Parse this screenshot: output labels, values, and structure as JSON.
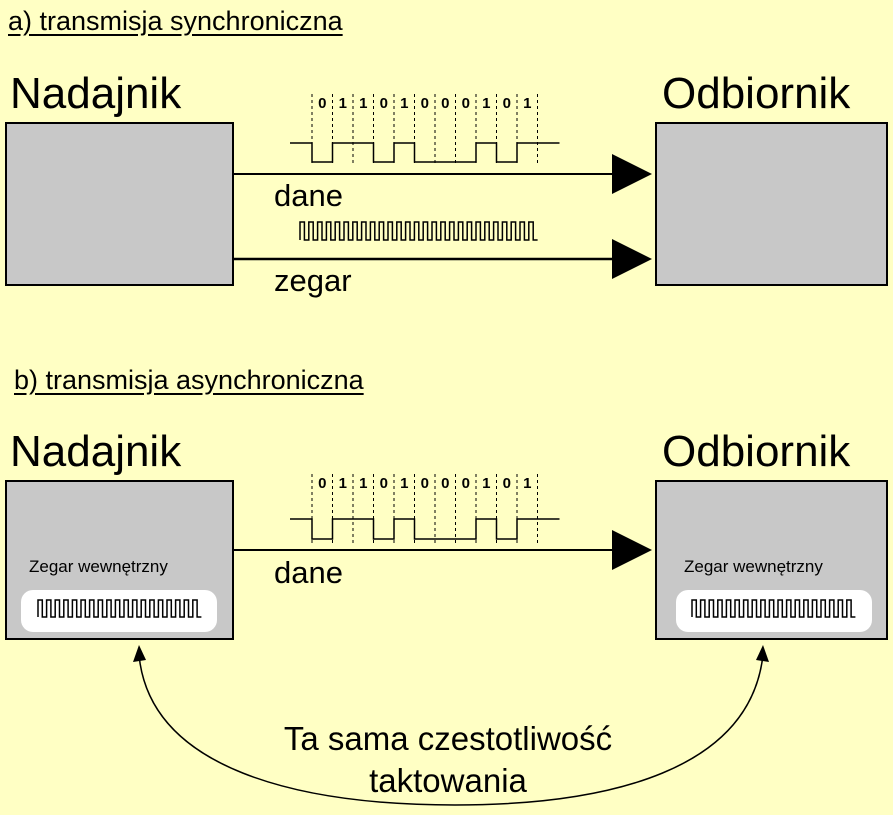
{
  "section_a": {
    "title": "a) transmisja synchroniczna",
    "sender": "Nadajnik",
    "receiver": "Odbiornik",
    "data_label": "dane",
    "clock_label": "zegar",
    "bits": [
      "0",
      "1",
      "1",
      "0",
      "1",
      "0",
      "0",
      "0",
      "1",
      "0",
      "1"
    ]
  },
  "section_b": {
    "title": "b) transmisja asynchroniczna",
    "sender": "Nadajnik",
    "receiver": "Odbiornik",
    "data_label": "dane",
    "sender_clock_label": "Zegar wewnętrzny",
    "receiver_clock_label": "Zegar wewnętrzny",
    "bits": [
      "0",
      "1",
      "1",
      "0",
      "1",
      "0",
      "0",
      "0",
      "1",
      "0",
      "1"
    ],
    "note_line1": "Ta sama czestotliwość",
    "note_line2": "taktowania"
  },
  "colors": {
    "background": "#FFFFC4",
    "box_fill": "#C8C8C8",
    "line": "#000000"
  }
}
